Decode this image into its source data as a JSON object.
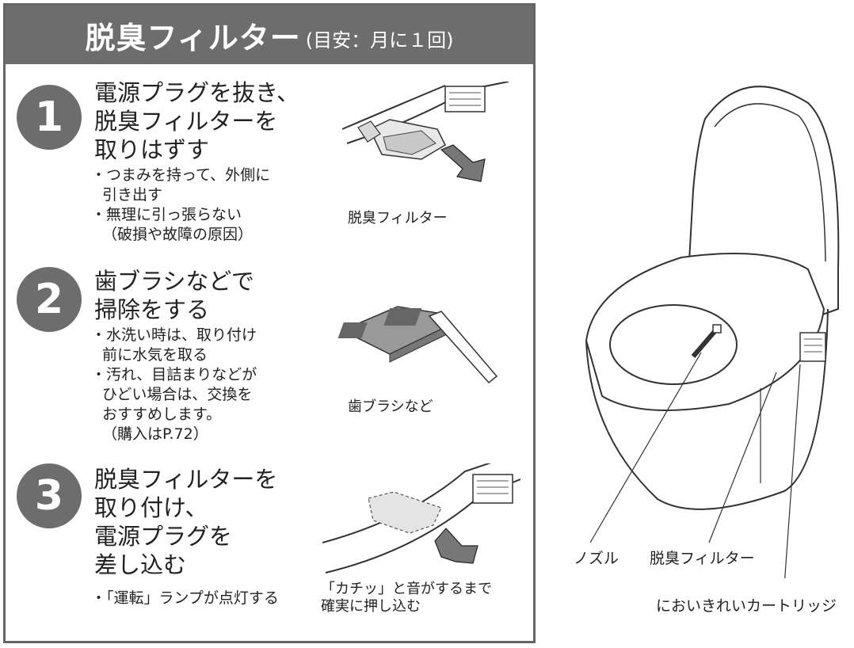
{
  "header": {
    "title": "脱臭フィルター",
    "subtitle": "(目安：月に１回)"
  },
  "steps": [
    {
      "number": "1",
      "title_lines": [
        "電源プラグを抜き、",
        "脱臭フィルターを",
        "取りはずす"
      ],
      "notes": [
        "・つまみを持って、外側に",
        "引き出す",
        "・無理に引っ張らない",
        "（破損や故障の原因）"
      ],
      "caption": [
        "脱臭フィルター"
      ]
    },
    {
      "number": "2",
      "title_lines": [
        "歯ブラシなどで",
        "掃除をする"
      ],
      "notes": [
        "・水洗い時は、取り付け",
        "前に水気を取る",
        "・汚れ、目詰まりなどが",
        "ひどい場合は、交換を",
        "おすすめします。",
        "（購入はP.72）"
      ],
      "caption": [
        "歯ブラシなど"
      ]
    },
    {
      "number": "3",
      "title_lines": [
        "脱臭フィルターを",
        "取り付け、",
        "電源プラグを",
        "差し込む"
      ],
      "notes": [
        "・「運転」ランプが点灯する"
      ],
      "caption": [
        "「カチッ」と音がするまで",
        "確実に押し込む"
      ]
    }
  ],
  "toilet_labels": {
    "nozzle": "ノズル",
    "filter": "脱臭フィルター",
    "cartridge": "においきれいカートリッジ"
  }
}
